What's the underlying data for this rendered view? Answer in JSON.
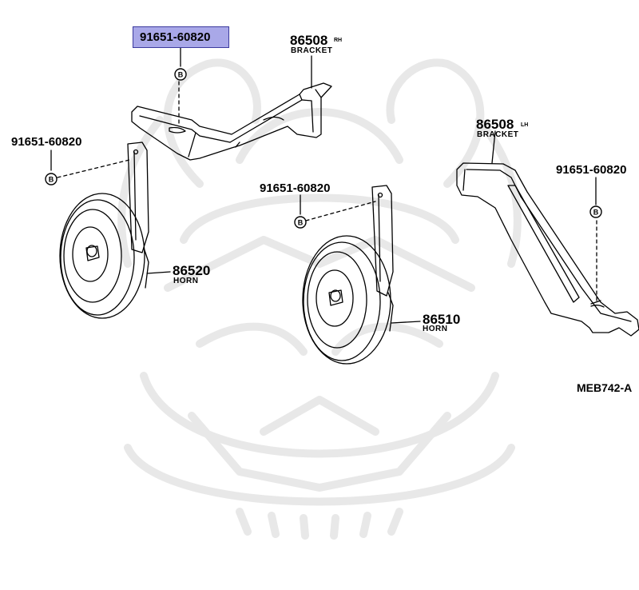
{
  "colors": {
    "highlight_fill": "#a9a8e8",
    "highlight_border": "#3c3a9e",
    "line": "#000000",
    "watermark": "#e9e9e9"
  },
  "labels": {
    "selected_part": "91651-60820",
    "bolt_left": "91651-60820",
    "bolt_center": "91651-60820",
    "bolt_right": "91651-60820",
    "bracket_rh_number": "86508",
    "bracket_rh_side": "RH",
    "bracket_rh_name": "BRACKET",
    "bracket_lh_number": "86508",
    "bracket_lh_side": "LH",
    "bracket_lh_name": "BRACKET",
    "horn_left_number": "86520",
    "horn_left_name": "HORN",
    "horn_center_number": "86510",
    "horn_center_name": "HORN",
    "diagram_code": "MEB742-A",
    "bolt_symbol": "B"
  }
}
